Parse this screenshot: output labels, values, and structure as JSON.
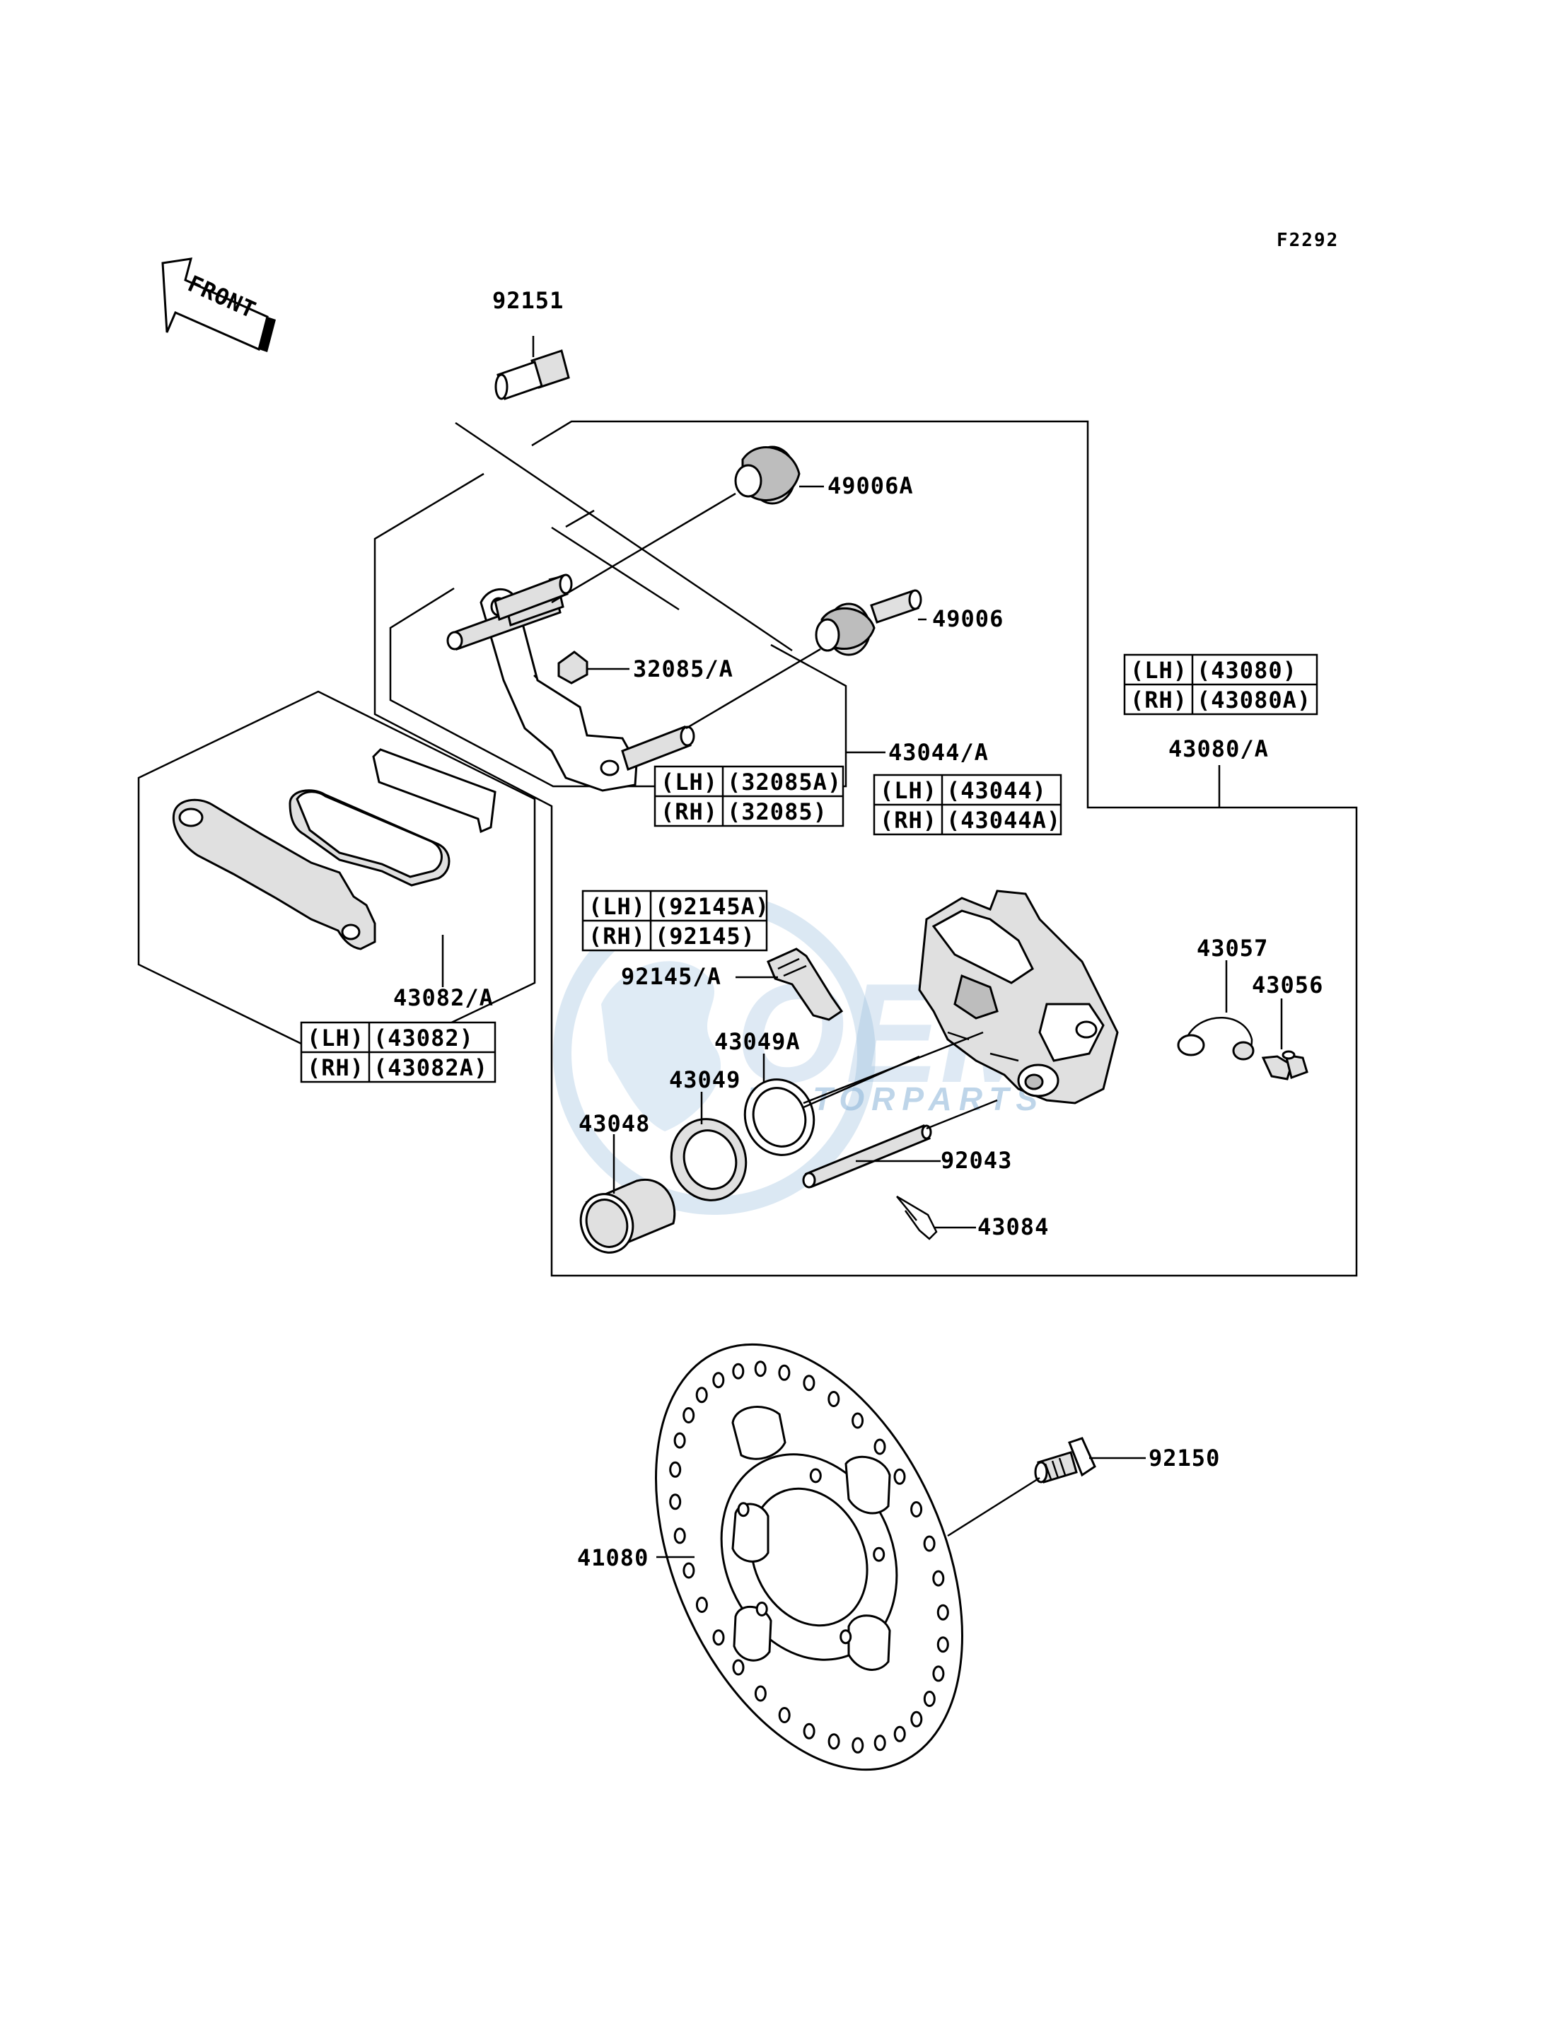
{
  "figure_code": "F2292",
  "front_arrow_label": "FRONT",
  "watermark": {
    "brand": "OEM",
    "subtitle": "MOTORPARTS"
  },
  "labels": {
    "p92151": "92151",
    "p49006A": "49006A",
    "p49006": "49006",
    "p32085A": "32085/A",
    "p43044A": "43044/A",
    "p43080A": "43080/A",
    "p43082A": "43082/A",
    "p92145A": "92145/A",
    "p43049A": "43049A",
    "p43049": "43049",
    "p43048": "43048",
    "p43057": "43057",
    "p43056": "43056",
    "p92043": "92043",
    "p43084": "43084",
    "p92150": "92150",
    "p41080": "41080"
  },
  "variant_tables": {
    "t32085": [
      {
        "side": "(LH)",
        "part": "(32085A)"
      },
      {
        "side": "(RH)",
        "part": "(32085)"
      }
    ],
    "t43044": [
      {
        "side": "(LH)",
        "part": "(43044)"
      },
      {
        "side": "(RH)",
        "part": "(43044A)"
      }
    ],
    "t43080": [
      {
        "side": "(LH)",
        "part": "(43080)"
      },
      {
        "side": "(RH)",
        "part": "(43080A)"
      }
    ],
    "t92145": [
      {
        "side": "(LH)",
        "part": "(92145A)"
      },
      {
        "side": "(RH)",
        "part": "(92145)"
      }
    ],
    "t43082": [
      {
        "side": "(LH)",
        "part": "(43082)"
      },
      {
        "side": "(RH)",
        "part": "(43082A)"
      }
    ]
  }
}
